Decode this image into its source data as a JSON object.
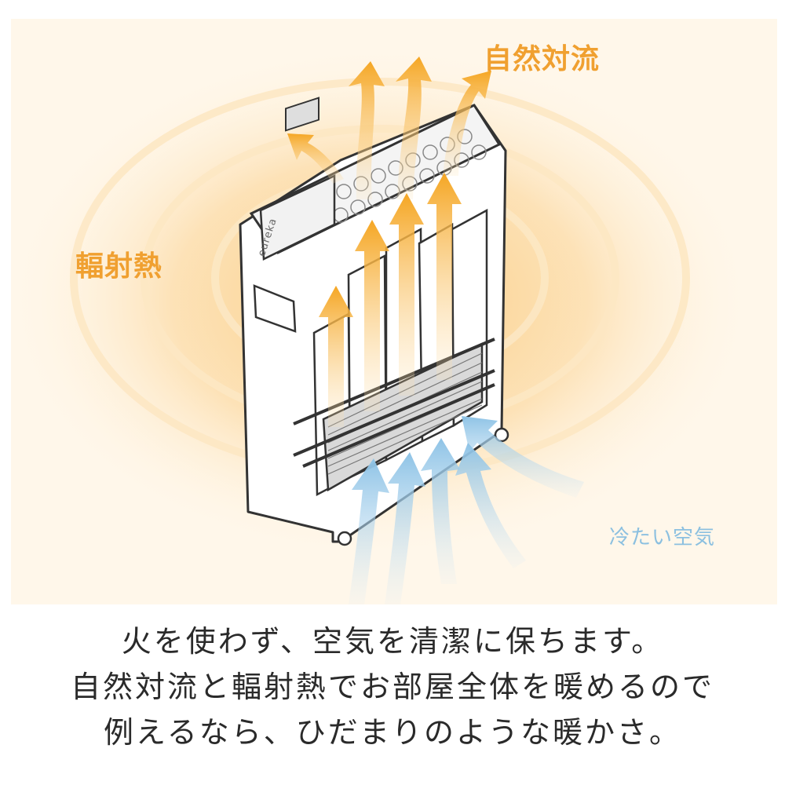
{
  "diagram": {
    "labels": {
      "natural_convection": "自然対流",
      "radiant_heat": "輻射熱",
      "cold_air": "冷たい空気"
    },
    "brand_logo": "eureka",
    "colors": {
      "warm_arrow": "#f5a623",
      "cold_arrow": "#8ec3e6",
      "glow": "#fbd49a",
      "background": "#fff7ea"
    }
  },
  "caption": {
    "line1": "火を使わず、空気を清潔に保ちます。",
    "line2": "自然対流と輻射熱でお部屋全体を暖めるので",
    "line3": "例えるなら、ひだまりのような暖かさ。"
  }
}
